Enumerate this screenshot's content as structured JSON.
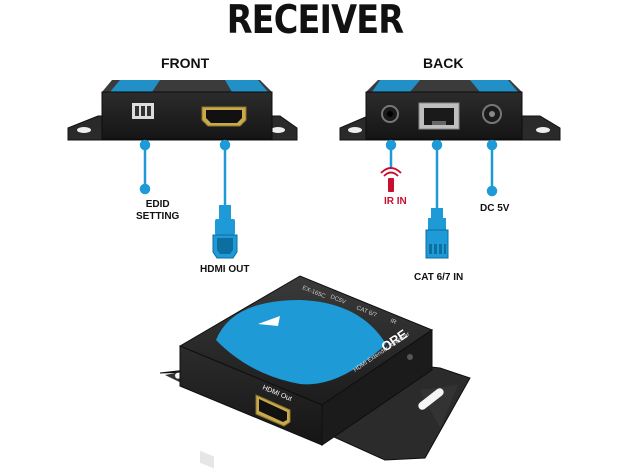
{
  "title": "RECEIVER",
  "front": {
    "heading": "FRONT",
    "edid_line1": "EDID",
    "edid_line2": "SETTING",
    "hdmi_out": "HDMI OUT"
  },
  "back": {
    "heading": "BACK",
    "ir_in": "IR IN",
    "dc": "DC 5V",
    "cat": "CAT 6/7 IN"
  },
  "device": {
    "brand": "ORE",
    "model": "HDMI Extender Receiver",
    "port_label": "HDMI Out",
    "top_labels": [
      "EX-165C",
      "DC5V",
      "CAT 6/7",
      "IR"
    ]
  },
  "colors": {
    "accent": "#1e9ad6",
    "ir_red": "#c8102e",
    "device": "#2a2a2a"
  }
}
